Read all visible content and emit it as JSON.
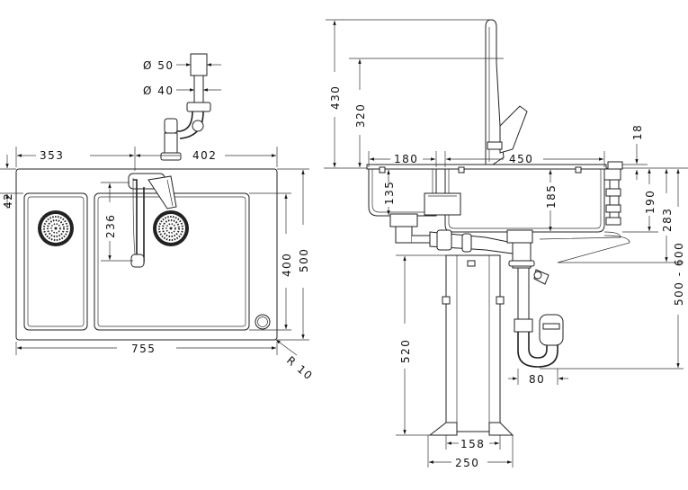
{
  "top_view": {
    "overflow_outer_diameter": "Ø 50",
    "overflow_inner_diameter": "Ø 40",
    "left_offset": "353",
    "right_offset": "402",
    "edge_depth": "42",
    "faucet_reach": "236",
    "bowl_depth": "400",
    "total_depth": "500",
    "total_width": "755",
    "corner_radius": "R 10"
  },
  "side_view": {
    "faucet_height": "430",
    "spout_height": "320",
    "small_bowl_width": "180",
    "main_bowl_width": "450",
    "rim_thickness": "18",
    "small_bowl_depth": "135",
    "main_bowl_depth": "185",
    "drain_height": "190",
    "trap_height": "283",
    "cabinet_range": "500 - 600",
    "base_height": "520",
    "trap_offset": "80",
    "stand_inner": "158",
    "stand_outer": "250"
  }
}
